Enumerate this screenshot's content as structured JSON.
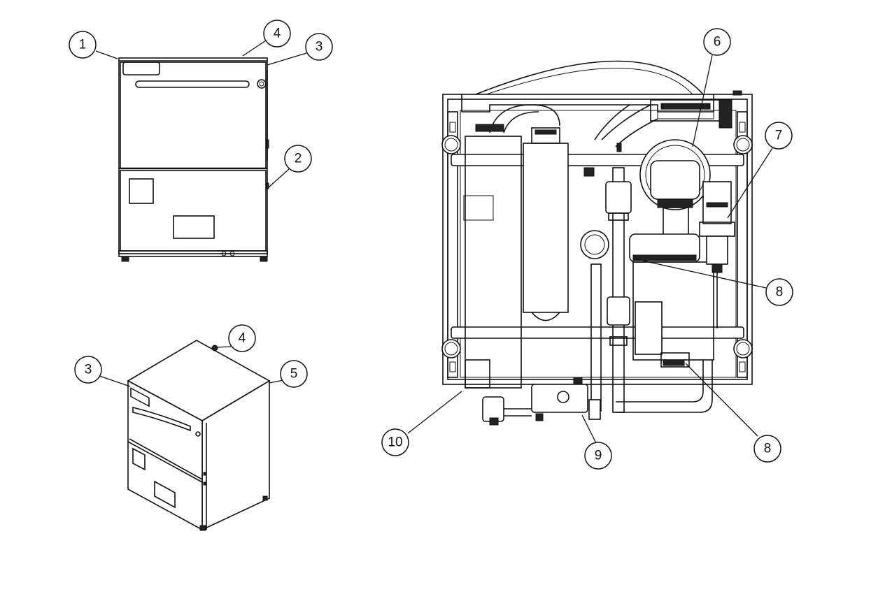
{
  "callouts": [
    {
      "label": "1"
    },
    {
      "label": "4"
    },
    {
      "label": "3"
    },
    {
      "label": "2"
    },
    {
      "label": "3"
    },
    {
      "label": "4"
    },
    {
      "label": "5"
    },
    {
      "label": "6"
    },
    {
      "label": "7"
    },
    {
      "label": "8"
    },
    {
      "label": "8"
    },
    {
      "label": "9"
    },
    {
      "label": "10"
    }
  ]
}
